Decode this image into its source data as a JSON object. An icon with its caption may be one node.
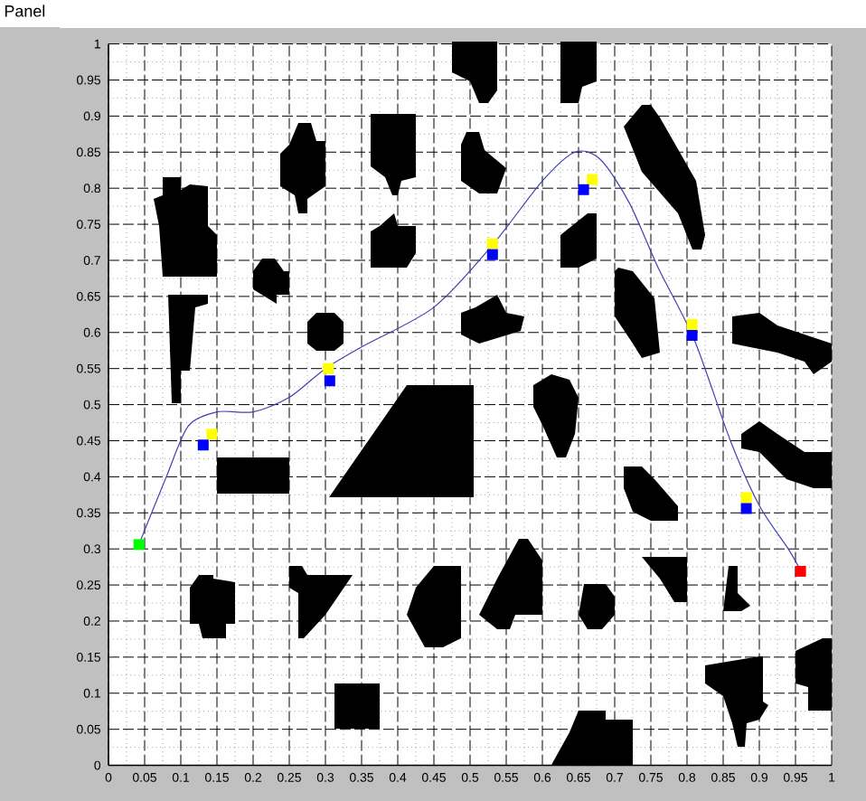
{
  "diagram": {
    "title": "Panel",
    "chart_data": {
      "type": "line",
      "xlim": [
        0,
        1
      ],
      "ylim": [
        0,
        1
      ],
      "grid": true,
      "xticks": [
        0,
        0.05,
        0.1,
        0.15,
        0.2,
        0.25,
        0.3,
        0.35,
        0.4,
        0.45,
        0.5,
        0.55,
        0.6,
        0.65,
        0.7,
        0.75,
        0.8,
        0.85,
        0.9,
        0.95,
        1
      ],
      "yticks": [
        0,
        0.05,
        0.1,
        0.15,
        0.2,
        0.25,
        0.3,
        0.35,
        0.4,
        0.45,
        0.5,
        0.55,
        0.6,
        0.65,
        0.7,
        0.75,
        0.8,
        0.85,
        0.9,
        0.95,
        1
      ],
      "series": [
        {
          "type": "line",
          "color": "#4040b0",
          "x": [
            0.042,
            0.08,
            0.11,
            0.15,
            0.2,
            0.25,
            0.3,
            0.35,
            0.45,
            0.53,
            0.6,
            0.645,
            0.68,
            0.72,
            0.76,
            0.81,
            0.86,
            0.9,
            0.94,
            0.957
          ],
          "values": [
            0.306,
            0.4,
            0.47,
            0.49,
            0.49,
            0.51,
            0.55,
            0.58,
            0.635,
            0.72,
            0.81,
            0.85,
            0.84,
            0.78,
            0.69,
            0.59,
            0.45,
            0.36,
            0.3,
            0.27
          ]
        },
        {
          "type": "scatter",
          "color": "#ffff00",
          "x": [
            0.143,
            0.304,
            0.531,
            0.669,
            0.807,
            0.882
          ],
          "values": [
            0.459,
            0.55,
            0.723,
            0.812,
            0.611,
            0.371
          ]
        },
        {
          "type": "scatter",
          "color": "#0000ff",
          "x": [
            0.131,
            0.306,
            0.531,
            0.657,
            0.807,
            0.882
          ],
          "values": [
            0.444,
            0.533,
            0.708,
            0.798,
            0.596,
            0.356
          ]
        },
        {
          "type": "scatter",
          "color": "#00ff00",
          "x": [
            0.042
          ],
          "values": [
            0.306
          ]
        },
        {
          "type": "scatter",
          "color": "#ff0000",
          "x": [
            0.957
          ],
          "values": [
            0.269
          ]
        }
      ]
    }
  }
}
